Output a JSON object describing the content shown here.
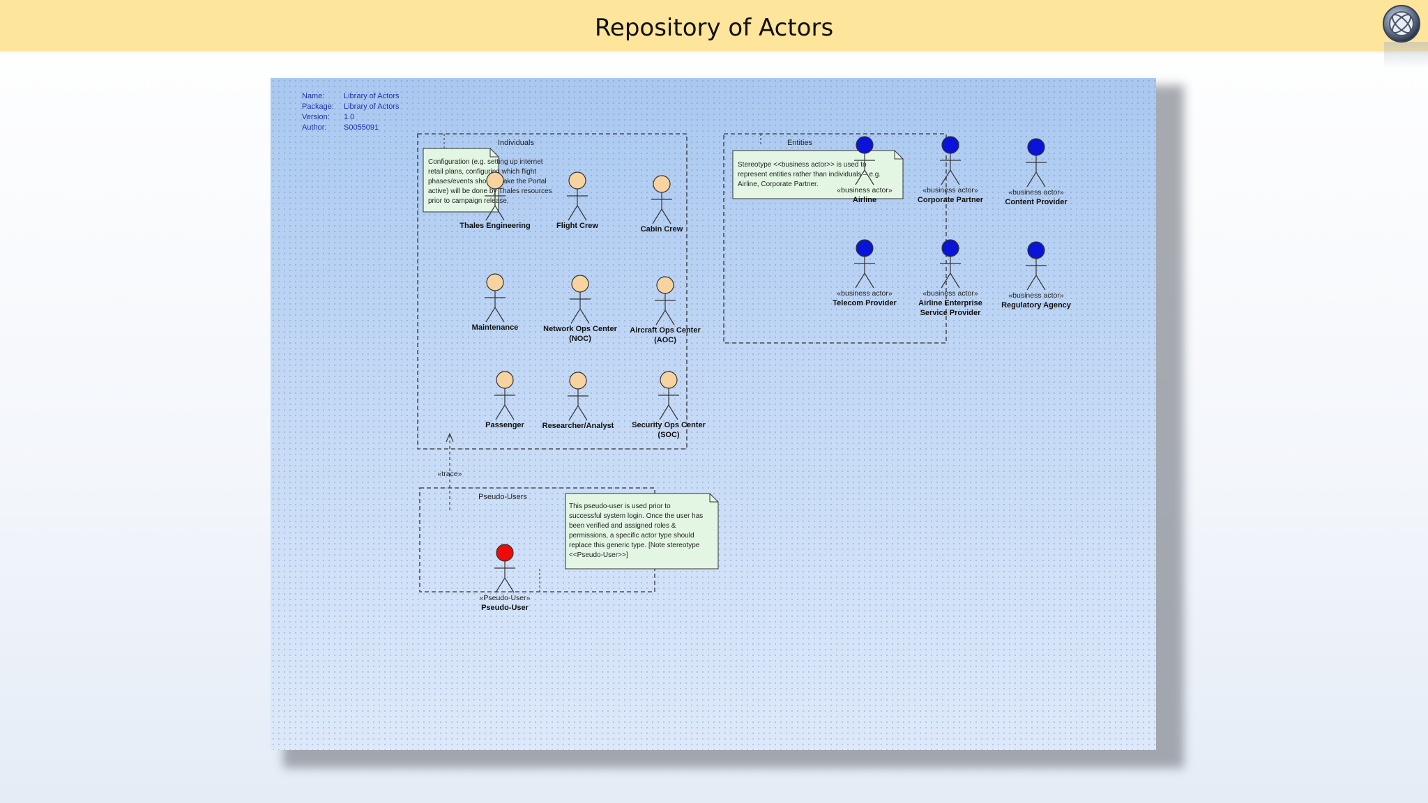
{
  "slide": {
    "title": "Repository of Actors"
  },
  "metadata": [
    {
      "key": "Name:",
      "value": "Library of Actors"
    },
    {
      "key": "Package:",
      "value": "Library of Actors"
    },
    {
      "key": "Version:",
      "value": "1.0"
    },
    {
      "key": "Author:",
      "value": "S0055091"
    }
  ],
  "packages": {
    "individuals": "Individuals",
    "entities": "Entities",
    "pseudo_users": "Pseudo-Users"
  },
  "notes": {
    "individuals": [
      "Configuration (e.g. setting up internet",
      "retail plans, configuring which flight",
      "phases/events should make the Portal",
      "active) will be done by Thales resources",
      "prior to campaign release."
    ],
    "entities": [
      "Stereotype <<business actor>> is used to",
      "represent entities rather than individuals – e.g.",
      "Airline, Corporate Partner."
    ],
    "pseudo_users": [
      "This pseudo-user is used prior to",
      "successful system login. Once the user has",
      "been verified and assigned roles &",
      "permissions, a specific actor type should",
      "replace this generic type. [Note stereotype",
      "<<Pseudo-User>>]"
    ]
  },
  "individuals": [
    {
      "lines": [
        "Thales Engineering"
      ]
    },
    {
      "lines": [
        "Flight Crew"
      ]
    },
    {
      "lines": [
        "Cabin Crew"
      ]
    },
    {
      "lines": [
        "Maintenance"
      ]
    },
    {
      "lines": [
        "Network Ops Center",
        "(NOC)"
      ]
    },
    {
      "lines": [
        "Aircraft Ops Center",
        "(AOC)"
      ]
    },
    {
      "lines": [
        "Passenger"
      ]
    },
    {
      "lines": [
        "Researcher/Analyst"
      ]
    },
    {
      "lines": [
        "Security Ops Center",
        "(SOC)"
      ]
    }
  ],
  "entities": [
    {
      "stereotype": "«business actor»",
      "lines": [
        "Airline"
      ]
    },
    {
      "stereotype": "«business actor»",
      "lines": [
        "Corporate Partner"
      ]
    },
    {
      "stereotype": "«business actor»",
      "lines": [
        "Content Provider"
      ]
    },
    {
      "stereotype": "«business actor»",
      "lines": [
        "Telecom Provider"
      ]
    },
    {
      "stereotype": "«business actor»",
      "lines": [
        "Airline Enterprise",
        "Service Provider"
      ]
    },
    {
      "stereotype": "«business actor»",
      "lines": [
        "Regulatory Agency"
      ]
    }
  ],
  "pseudo_user": {
    "stereotype": "«Pseudo-User»",
    "lines": [
      "Pseudo-User"
    ]
  },
  "trace_label": "«trace»",
  "colors": {
    "individual_head": "#f7d3a0",
    "entity_head": "#0a14d8",
    "pseudo_head": "#ee0a0a",
    "note_fill": "#e3f6e4",
    "title_bar": "#fde59c"
  }
}
